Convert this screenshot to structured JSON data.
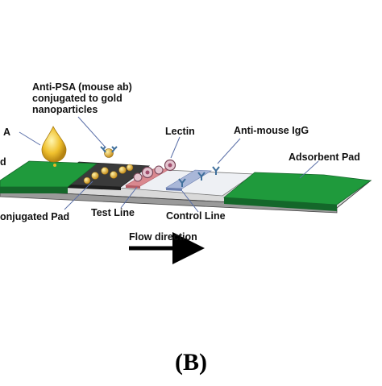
{
  "labels": {
    "anti_psa_line1": "Anti-PSA (mouse ab)",
    "anti_psa_line2": "conjugated to gold",
    "anti_psa_line3": "nanoparticles",
    "lectin": "Lectin",
    "anti_mouse_igg": "Anti-mouse IgG",
    "adsorbent_pad": "Adsorbent Pad",
    "psa_partial": "A",
    "sample_pad_partial": "d",
    "conjugated_pad": "onjugated Pad",
    "test_line": "Test Line",
    "control_line": "Control Line",
    "flow_direction": "Flow direction",
    "panel_letter": "(B)"
  },
  "colors": {
    "pad_green": "#1f9a3c",
    "pad_green_dark": "#14672a",
    "membrane": "#eef0f4",
    "test_line": "#d9888f",
    "control_line": "#a9b7d8",
    "gold": "#e3b53b",
    "strip_edge": "#3a3a3a"
  }
}
